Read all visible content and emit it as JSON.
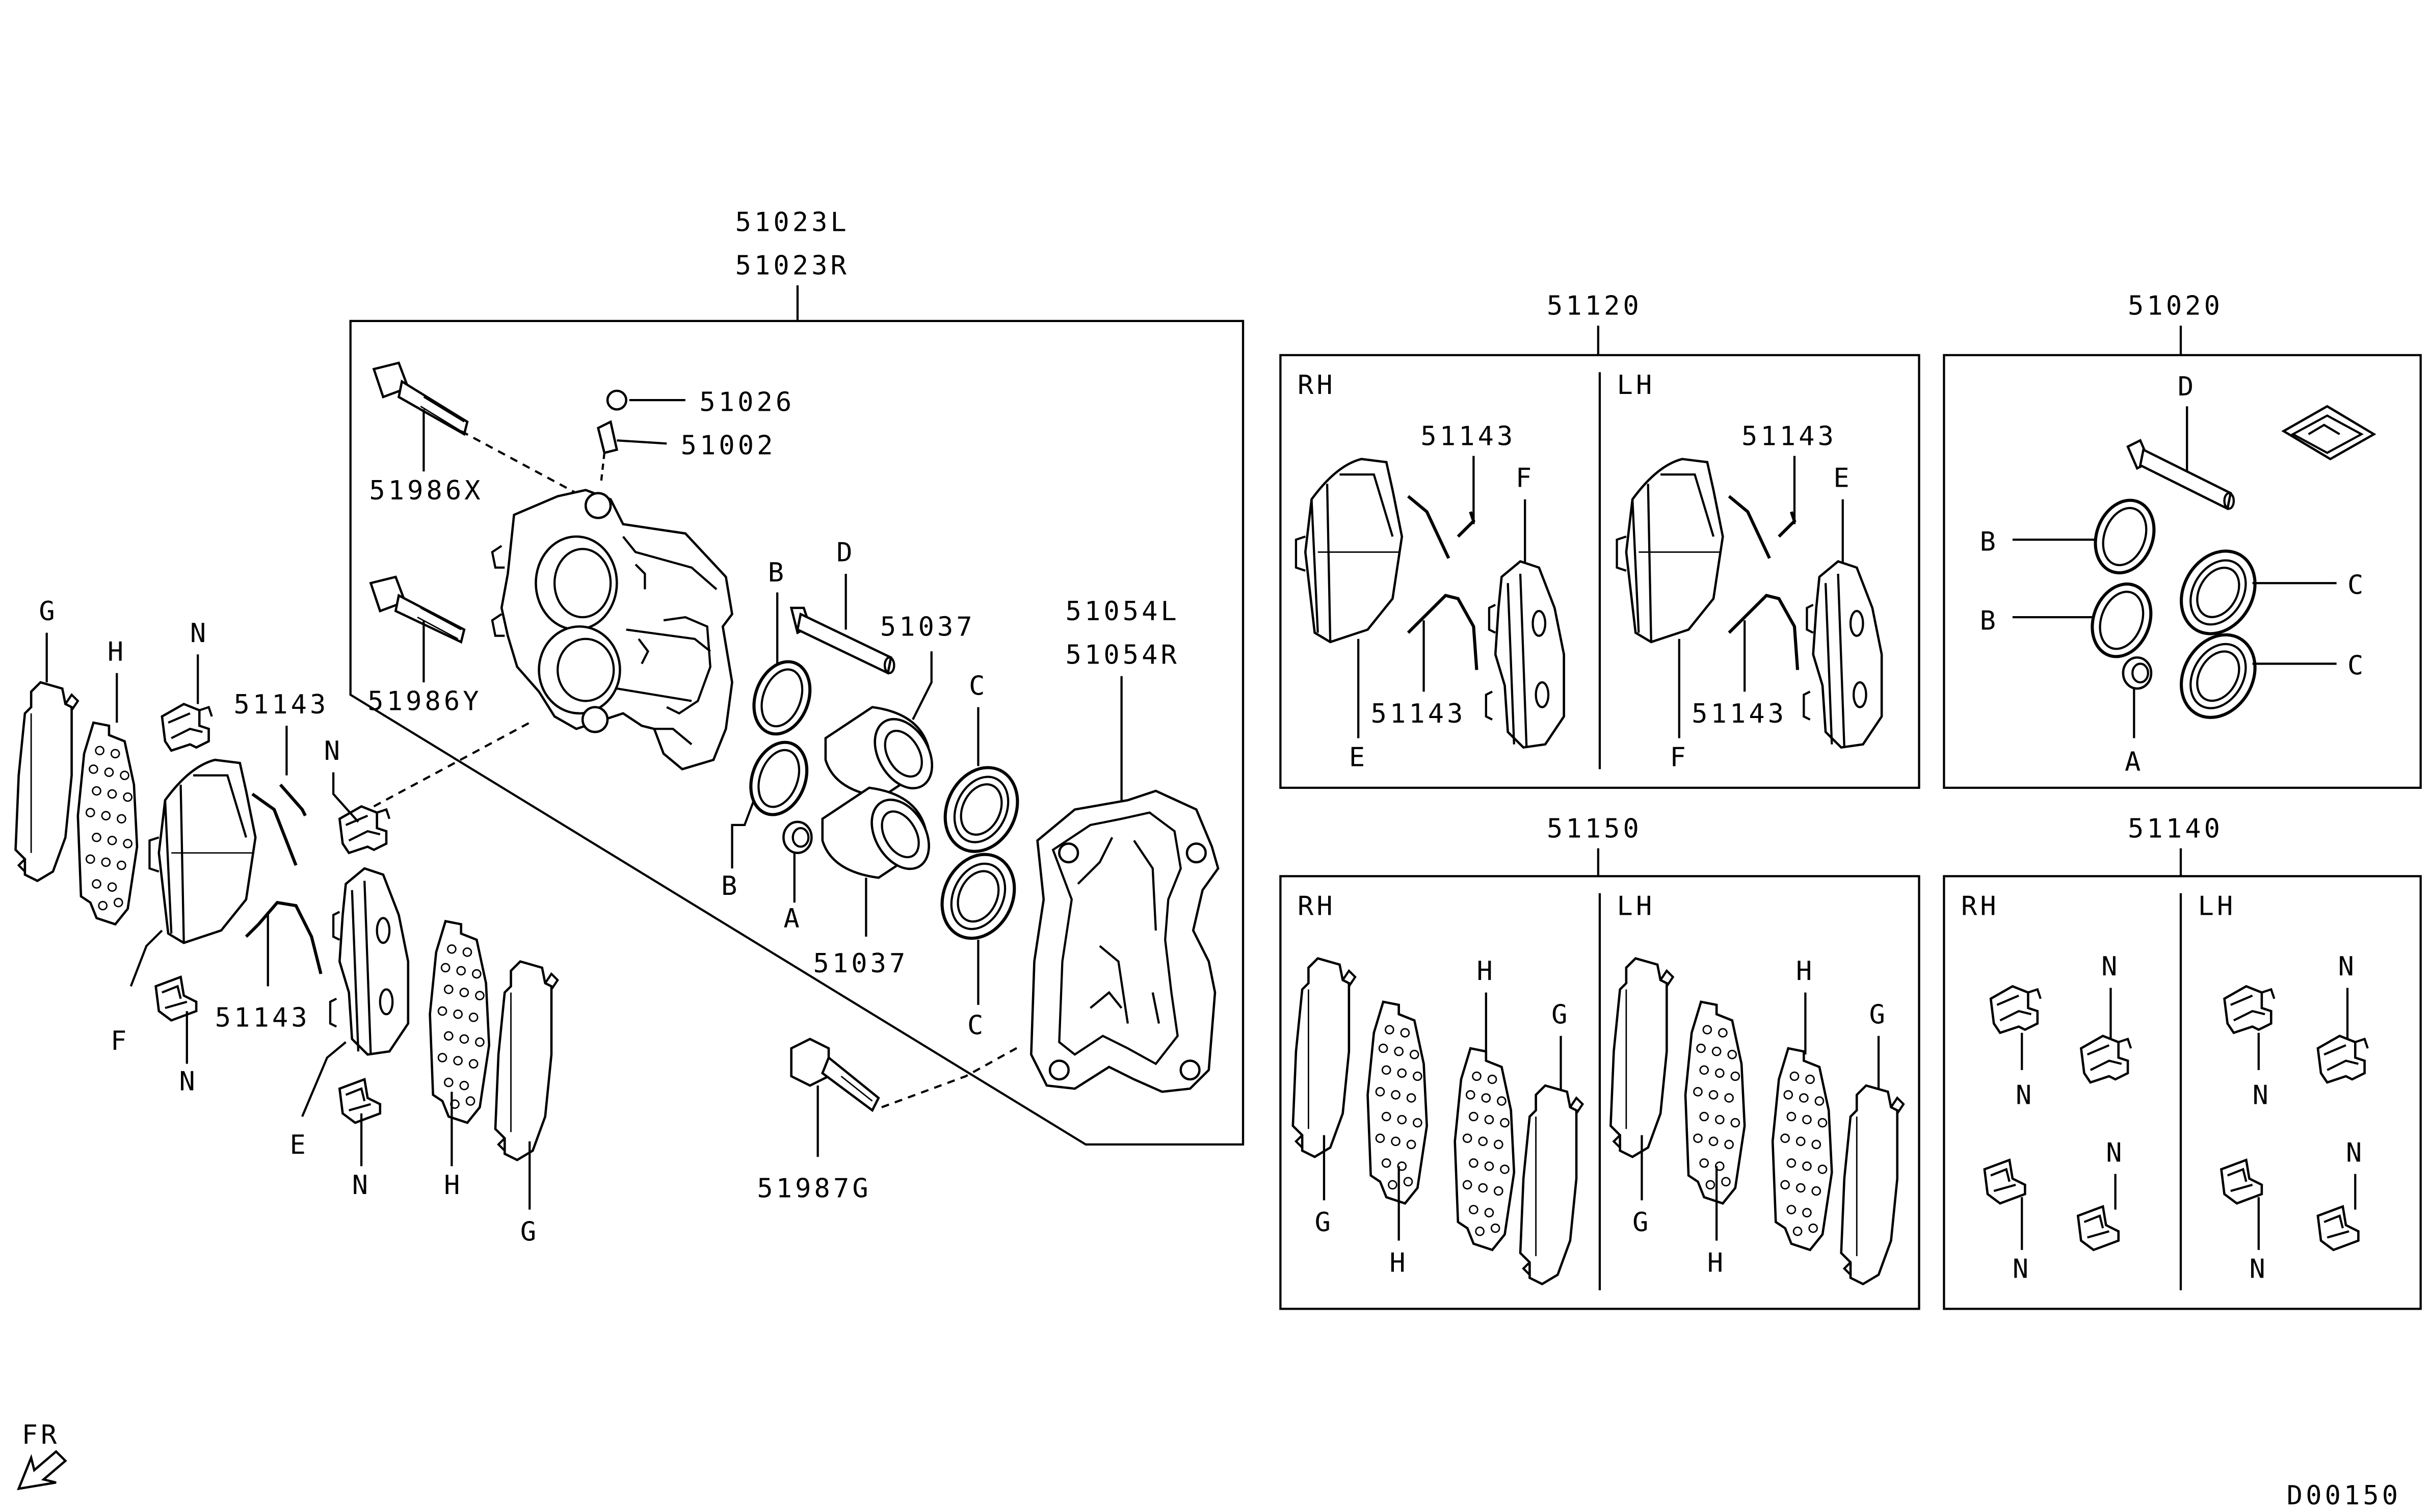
{
  "labels": {
    "caliper_assy_l": "51023L",
    "caliper_assy_r": "51023R",
    "bleeder_cap": "51026",
    "bleeder_screw": "51002",
    "pin_x": "51986X",
    "pin_y": "51986Y",
    "piston_top": "51037",
    "piston_bottom": "51037",
    "support_l": "51054L",
    "support_r": "51054R",
    "bolt_g": "51987G",
    "spring_top": "51143",
    "spring_bottom": "51143",
    "fr_arrow": "FR",
    "diagram_code": "D00150",
    "letters": {
      "b1": "B",
      "b2": "B",
      "d": "D",
      "c1": "C",
      "c2": "C",
      "a": "A",
      "g_left": "G",
      "h_left": "H",
      "n_top": "N",
      "n_mid": "N",
      "f_left": "F",
      "n_bot": "N",
      "e_left": "E",
      "n_bot2": "N",
      "h_bot": "H",
      "g_bot": "G"
    }
  },
  "kits": {
    "k51120": {
      "number": "51120",
      "rh": "RH",
      "lh": "LH",
      "rh_spring_top": "51143",
      "rh_spring_bot": "51143",
      "rh_f": "F",
      "rh_e": "E",
      "lh_spring_top": "51143",
      "lh_spring_bot": "51143",
      "lh_e": "E",
      "lh_f": "F"
    },
    "k51020": {
      "number": "51020",
      "d": "D",
      "b1": "B",
      "b2": "B",
      "c1": "C",
      "c2": "C",
      "a": "A"
    },
    "k51150": {
      "number": "51150",
      "rh": "RH",
      "lh": "LH",
      "rh_g1": "G",
      "rh_h1": "H",
      "rh_h2": "H",
      "rh_g2": "G",
      "lh_g1": "G",
      "lh_h1": "H",
      "lh_h2": "H",
      "lh_g2": "G"
    },
    "k51140": {
      "number": "51140",
      "rh": "RH",
      "lh": "LH",
      "rh_n1": "N",
      "rh_n2": "N",
      "rh_n3": "N",
      "rh_n4": "N",
      "lh_n1": "N",
      "lh_n2": "N",
      "lh_n3": "N",
      "lh_n4": "N"
    }
  }
}
